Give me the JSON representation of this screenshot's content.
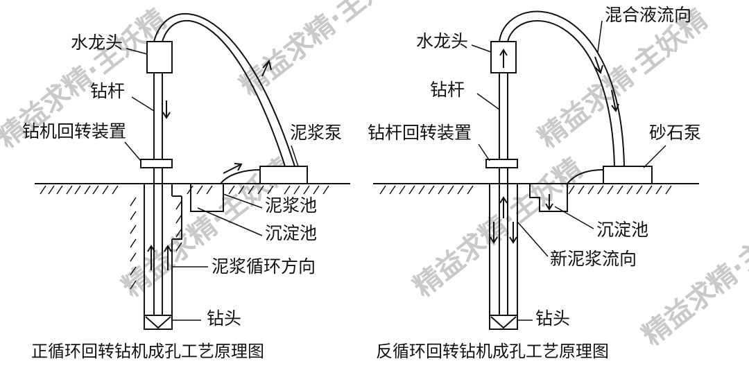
{
  "left": {
    "caption": "正循环回转钻机成孔工艺原理图",
    "labels": {
      "swivel": "水龙头",
      "drill_rod": "钻杆",
      "rotary": "钻机回转装置",
      "mud_pump": "泥浆泵",
      "mud_pit": "泥浆池",
      "settling_tank": "沉淀池",
      "flow_direction": "泥浆循环方向",
      "drill_bit": "钻头"
    }
  },
  "right": {
    "caption": "反循环回转钻机成孔工艺原理图",
    "labels": {
      "swivel": "水龙头",
      "drill_rod": "钻杆",
      "rotary": "钻杆回转装置",
      "mixed_flow": "混合液流向",
      "sand_pump": "砂石泵",
      "settling_tank": "沉淀池",
      "new_mud_flow": "新泥浆流向",
      "drill_bit": "钻头"
    }
  },
  "watermark": "精益求精·主妖精"
}
